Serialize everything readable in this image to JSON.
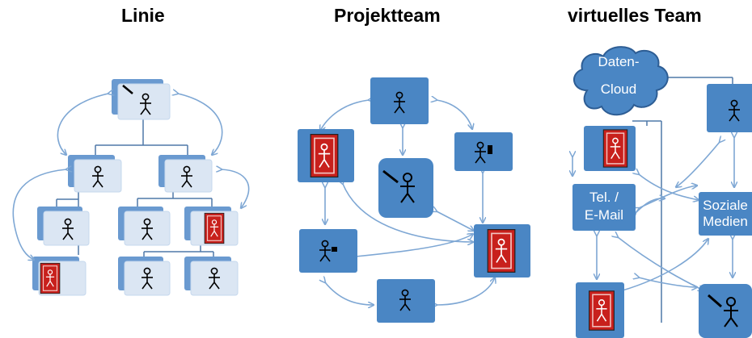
{
  "titles": {
    "linie": "Linie",
    "projektteam": "Projektteam",
    "virtuelles_team": "virtuelles Team"
  },
  "labels": {
    "cloud_line1": "Daten-",
    "cloud_line2": "Cloud",
    "tel_line1": "Tel. /",
    "tel_line2": "E-Mail",
    "social_line1": "Soziale",
    "social_line2": "Medien"
  },
  "colors": {
    "box_blue": "#4a86c4",
    "arrow_blue": "#7ea7d4",
    "card_light": "#c6d8ee",
    "red_door": "#c8201c",
    "line_blue": "#4f78a8"
  },
  "icons": [
    "stick-figure-icon",
    "manager-figure-icon",
    "door-figure-icon",
    "flag-figure-icon",
    "cloud-icon"
  ]
}
